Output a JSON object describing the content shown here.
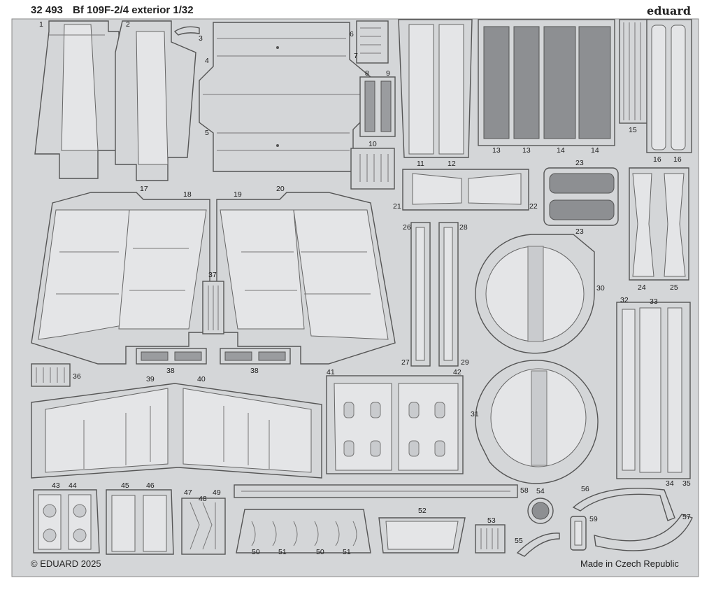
{
  "header": {
    "code": "32 493",
    "title": "Bf 109F-2/4 exterior 1/32",
    "brand": "eduard"
  },
  "footer": {
    "copyright": "© EDUARD 2025",
    "origin": "Made in Czech Republic"
  },
  "part_numbers": [
    "1",
    "2",
    "3",
    "4",
    "5",
    "6",
    "7",
    "8",
    "9",
    "10",
    "11",
    "12",
    "13",
    "13",
    "14",
    "14",
    "15",
    "16",
    "16",
    "17",
    "18",
    "19",
    "20",
    "21",
    "22",
    "23",
    "23",
    "24",
    "25",
    "26",
    "27",
    "28",
    "29",
    "30",
    "31",
    "32",
    "33",
    "34",
    "35",
    "36",
    "37",
    "38",
    "38",
    "39",
    "40",
    "41",
    "42",
    "43",
    "44",
    "45",
    "46",
    "47",
    "48",
    "49",
    "50",
    "51",
    "50",
    "51",
    "52",
    "53",
    "54",
    "55",
    "56",
    "57",
    "58",
    "59"
  ],
  "colors": {
    "background": "#ffffff",
    "sheet": "#d4d6d8",
    "outline": "#555555",
    "mesh": "#8d8f92"
  }
}
